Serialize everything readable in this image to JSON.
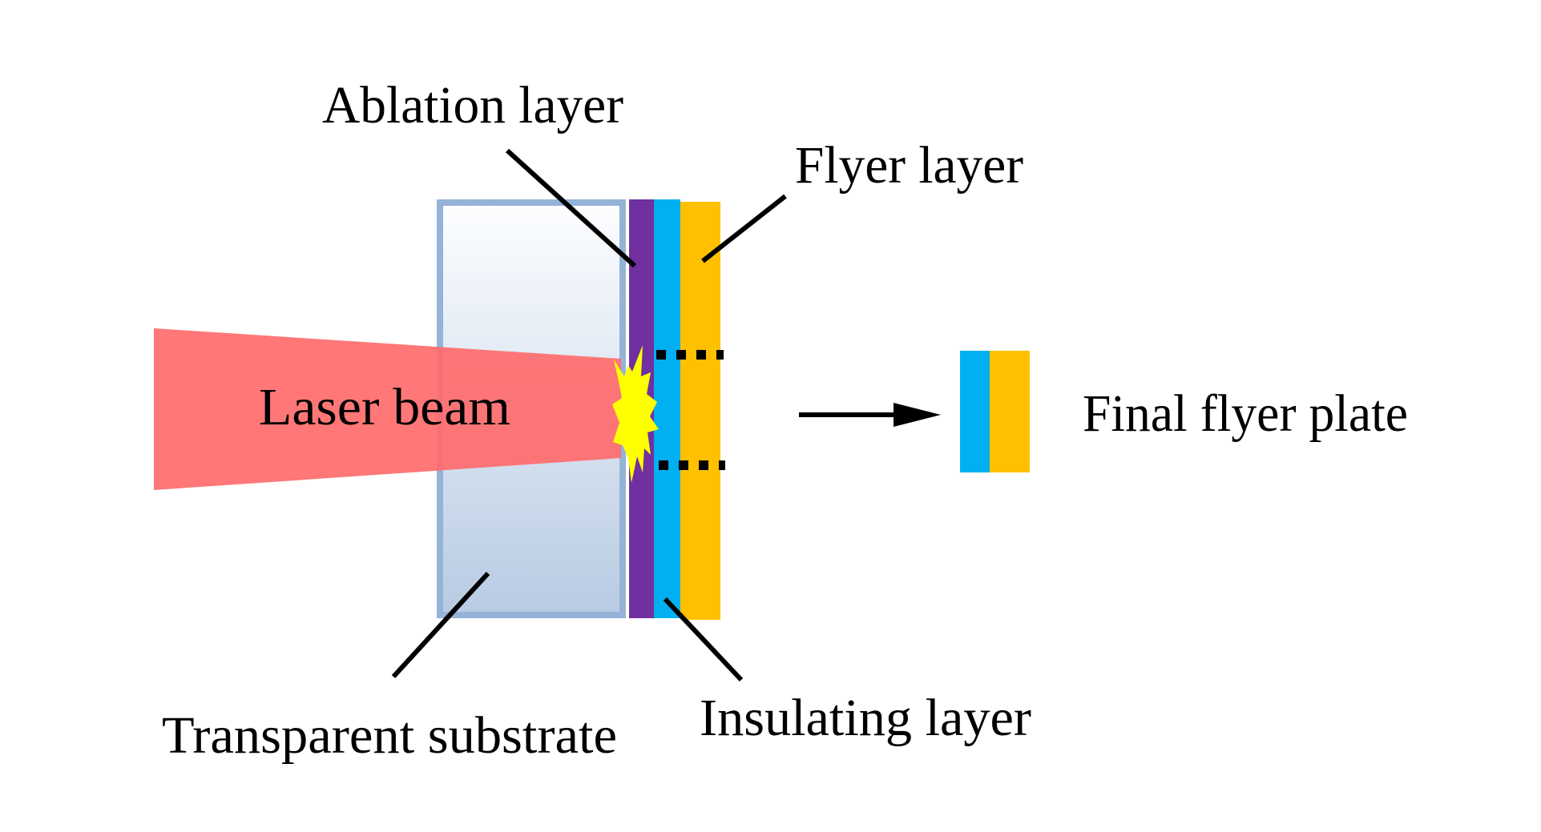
{
  "labels": {
    "ablation_layer": "Ablation layer",
    "flyer_layer": "Flyer layer",
    "laser_beam": "Laser beam",
    "final_flyer_plate": "Final flyer plate",
    "transparent_substrate": "Transparent substrate",
    "insulating_layer": "Insulating layer"
  },
  "colors": {
    "laser_beam": "#ff6b6b",
    "substrate_border": "#95b3d7",
    "substrate_top": "#fdfeff",
    "substrate_bottom": "#b8cbe3",
    "ablation_layer": "#7030a0",
    "insulating_layer": "#00b0f0",
    "flyer_layer": "#ffc000",
    "impact_flash": "#ffff00",
    "pointer": "#000000"
  }
}
